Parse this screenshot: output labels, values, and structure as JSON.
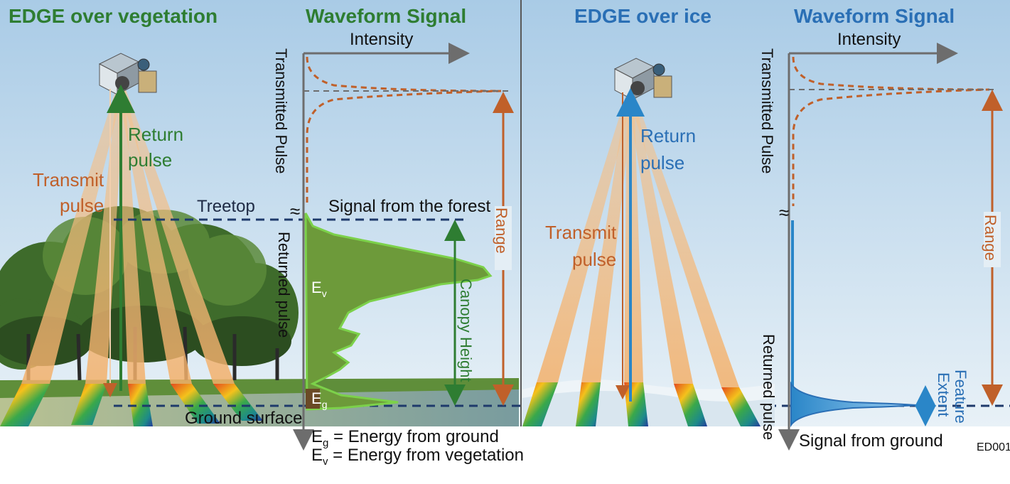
{
  "left_panel": {
    "title": "EDGE over vegetation",
    "return_label_1": "Return",
    "return_label_2": "pulse",
    "transmit_label_1": "Transmit",
    "transmit_label_2": "pulse",
    "treetop_label": "Treetop",
    "ground_label": "Ground surface"
  },
  "left_waveform": {
    "title": "Waveform Signal",
    "intensity_label": "Intensity",
    "transmitted_label": "Transmitted Pulse",
    "returned_label": "Returned pulse",
    "forest_signal_label": "Signal from the forest",
    "range_label": "Range",
    "canopy_label": "Canopy Height",
    "ev_main": "E",
    "ev_sub": "v",
    "eg_main": "E",
    "eg_sub": "g",
    "legend_eg_main": "E",
    "legend_eg_sub": "g",
    "legend_eg_text": " = Energy from ground",
    "legend_ev_main": "E",
    "legend_ev_sub": "v",
    "legend_ev_text": " = Energy from vegetation"
  },
  "right_panel": {
    "title": "EDGE over ice",
    "return_label_1": "Return",
    "return_label_2": "pulse",
    "transmit_label_1": "Transmit",
    "transmit_label_2": "pulse"
  },
  "right_waveform": {
    "title": "Waveform Signal",
    "intensity_label": "Intensity",
    "transmitted_label": "Transmitted Pulse",
    "returned_label": "Returned pulse",
    "range_label": "Range",
    "feature_label_1": "Feature",
    "feature_label_2": "Extent",
    "ground_signal_label": "Signal from ground"
  },
  "figure_code": "ED001",
  "colors": {
    "sky_top": "#a9cbe6",
    "sky_bottom": "#e6f0f6",
    "green_text": "#2e7d32",
    "blue_text": "#2a6fb5",
    "orange": "#c0602a",
    "axis_gray": "#6d6d6d",
    "dash_navy": "#1e3a6b",
    "canopy_fill": "#6d9a3a",
    "canopy_stroke": "#7cd14a",
    "ice_pulse": "#2a86c8"
  }
}
